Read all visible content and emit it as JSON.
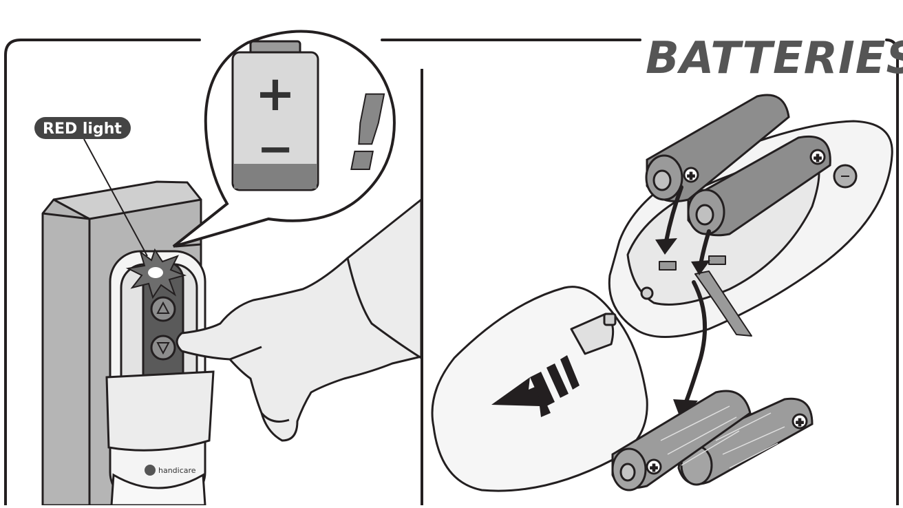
{
  "title": "BATTERIES",
  "red_light_label": "RED light",
  "brand_label": "handicare",
  "battery_symbols": {
    "plus": "+",
    "minus": "−",
    "alert": "!"
  },
  "controller_buttons": {
    "up": "△",
    "down": "▽"
  },
  "icons": [
    "battery-low-icon",
    "exclamation-icon",
    "push-arrow-icon",
    "insert-arrow-icon",
    "remove-arrow-icon"
  ],
  "colors": {
    "outline": "#231f20",
    "title": "#555555",
    "pill": "#444444",
    "battery_gray": "#8a8a8a",
    "column": "#b8b8b8"
  }
}
